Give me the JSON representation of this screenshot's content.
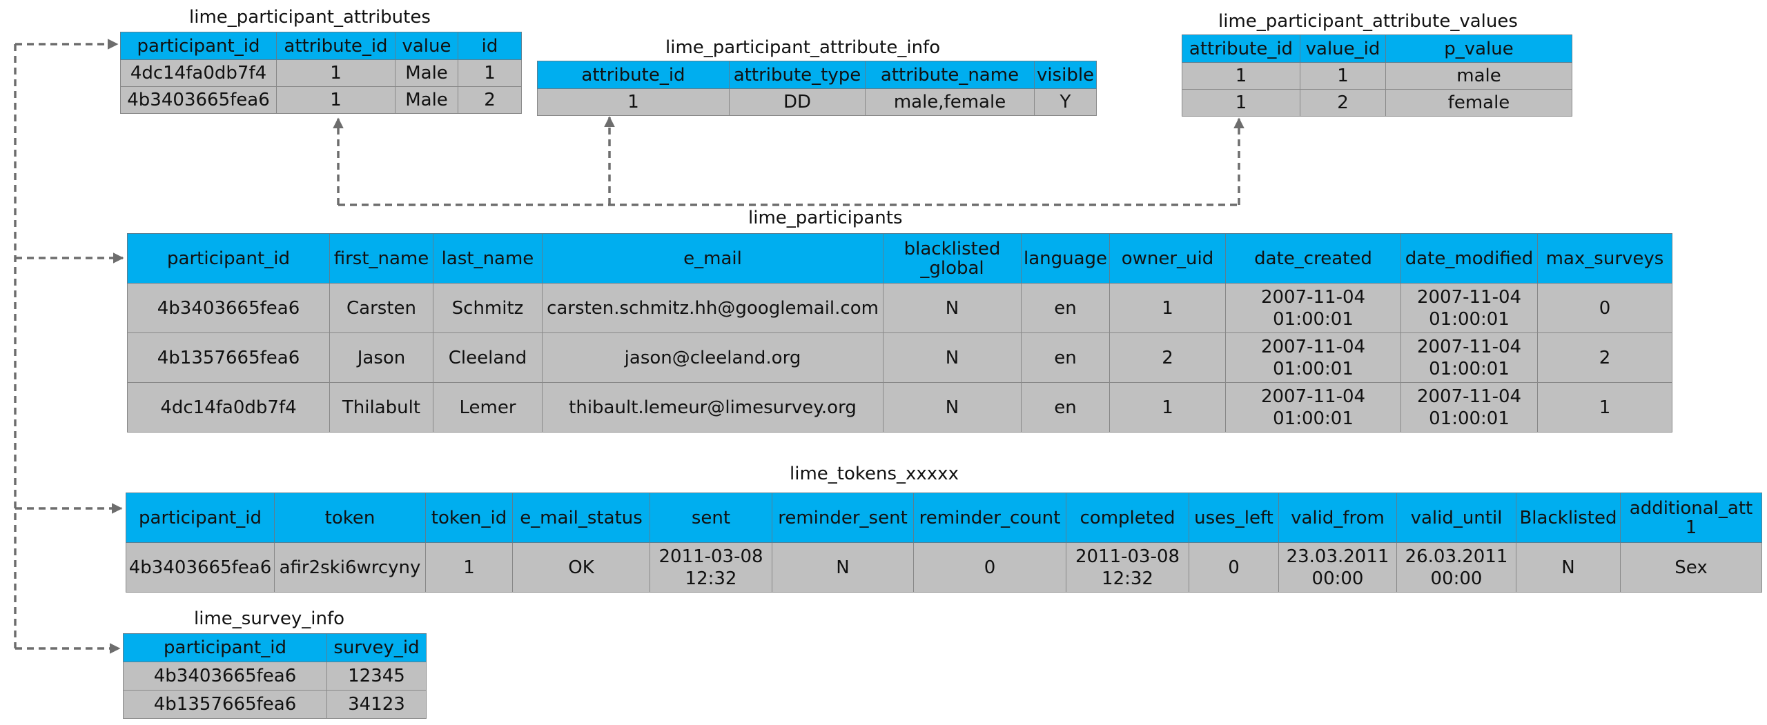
{
  "tables": {
    "attributes": {
      "title": "lime_participant_attributes",
      "columns": [
        "participant_id",
        "attribute_id",
        "value",
        "id"
      ],
      "rows": [
        [
          "4dc14fa0db7f4",
          "1",
          "Male",
          "1"
        ],
        [
          "4b3403665fea6",
          "1",
          "Male",
          "2"
        ]
      ]
    },
    "attribute_info": {
      "title": "lime_participant_attribute_info",
      "columns": [
        "attribute_id",
        "attribute_type",
        "attribute_name",
        "visible"
      ],
      "rows": [
        [
          "1",
          "DD",
          "male,female",
          "Y"
        ]
      ]
    },
    "attribute_values": {
      "title": "lime_participant_attribute_values",
      "columns": [
        "attribute_id",
        "value_id",
        "p_value"
      ],
      "rows": [
        [
          "1",
          "1",
          "male"
        ],
        [
          "1",
          "2",
          "female"
        ]
      ]
    },
    "participants": {
      "title": "lime_participants",
      "columns": [
        "participant_id",
        "first_name",
        "last_name",
        "e_mail",
        "blacklisted\n_global",
        "language",
        "owner_uid",
        "date_created",
        "date_modified",
        "max_surveys"
      ],
      "rows": [
        [
          "4b3403665fea6",
          "Carsten",
          "Schmitz",
          "carsten.schmitz.hh@googlemail.com",
          "N",
          "en",
          "1",
          "2007-11-04\n01:00:01",
          "2007-11-04\n01:00:01",
          "0"
        ],
        [
          "4b1357665fea6",
          "Jason",
          "Cleeland",
          "jason@cleeland.org",
          "N",
          "en",
          "2",
          "2007-11-04\n01:00:01",
          "2007-11-04\n01:00:01",
          "2"
        ],
        [
          "4dc14fa0db7f4",
          "Thilabult",
          "Lemer",
          "thibault.lemeur@limesurvey.org",
          "N",
          "en",
          "1",
          "2007-11-04\n01:00:01",
          "2007-11-04\n01:00:01",
          "1"
        ]
      ]
    },
    "tokens": {
      "title": "lime_tokens_xxxxx",
      "columns": [
        "participant_id",
        "token",
        "token_id",
        "e_mail_status",
        "sent",
        "reminder_sent",
        "reminder_count",
        "completed",
        "uses_left",
        "valid_from",
        "valid_until",
        "Blacklisted",
        "additional_att\n1"
      ],
      "rows": [
        [
          "4b3403665fea6",
          "afir2ski6wrcyny",
          "1",
          "OK",
          "2011-03-08\n12:32",
          "N",
          "0",
          "2011-03-08\n12:32",
          "0",
          "23.03.2011\n00:00",
          "26.03.2011\n00:00",
          "N",
          "Sex"
        ]
      ]
    },
    "survey_info": {
      "title": "lime_survey_info",
      "columns": [
        "participant_id",
        "survey_id"
      ],
      "rows": [
        [
          "4b3403665fea6",
          "12345"
        ],
        [
          "4b1357665fea6",
          "34123"
        ]
      ]
    }
  },
  "colors": {
    "header": "#00aeef",
    "cell": "#c0c0c0",
    "connector": "#6d6d6d"
  }
}
